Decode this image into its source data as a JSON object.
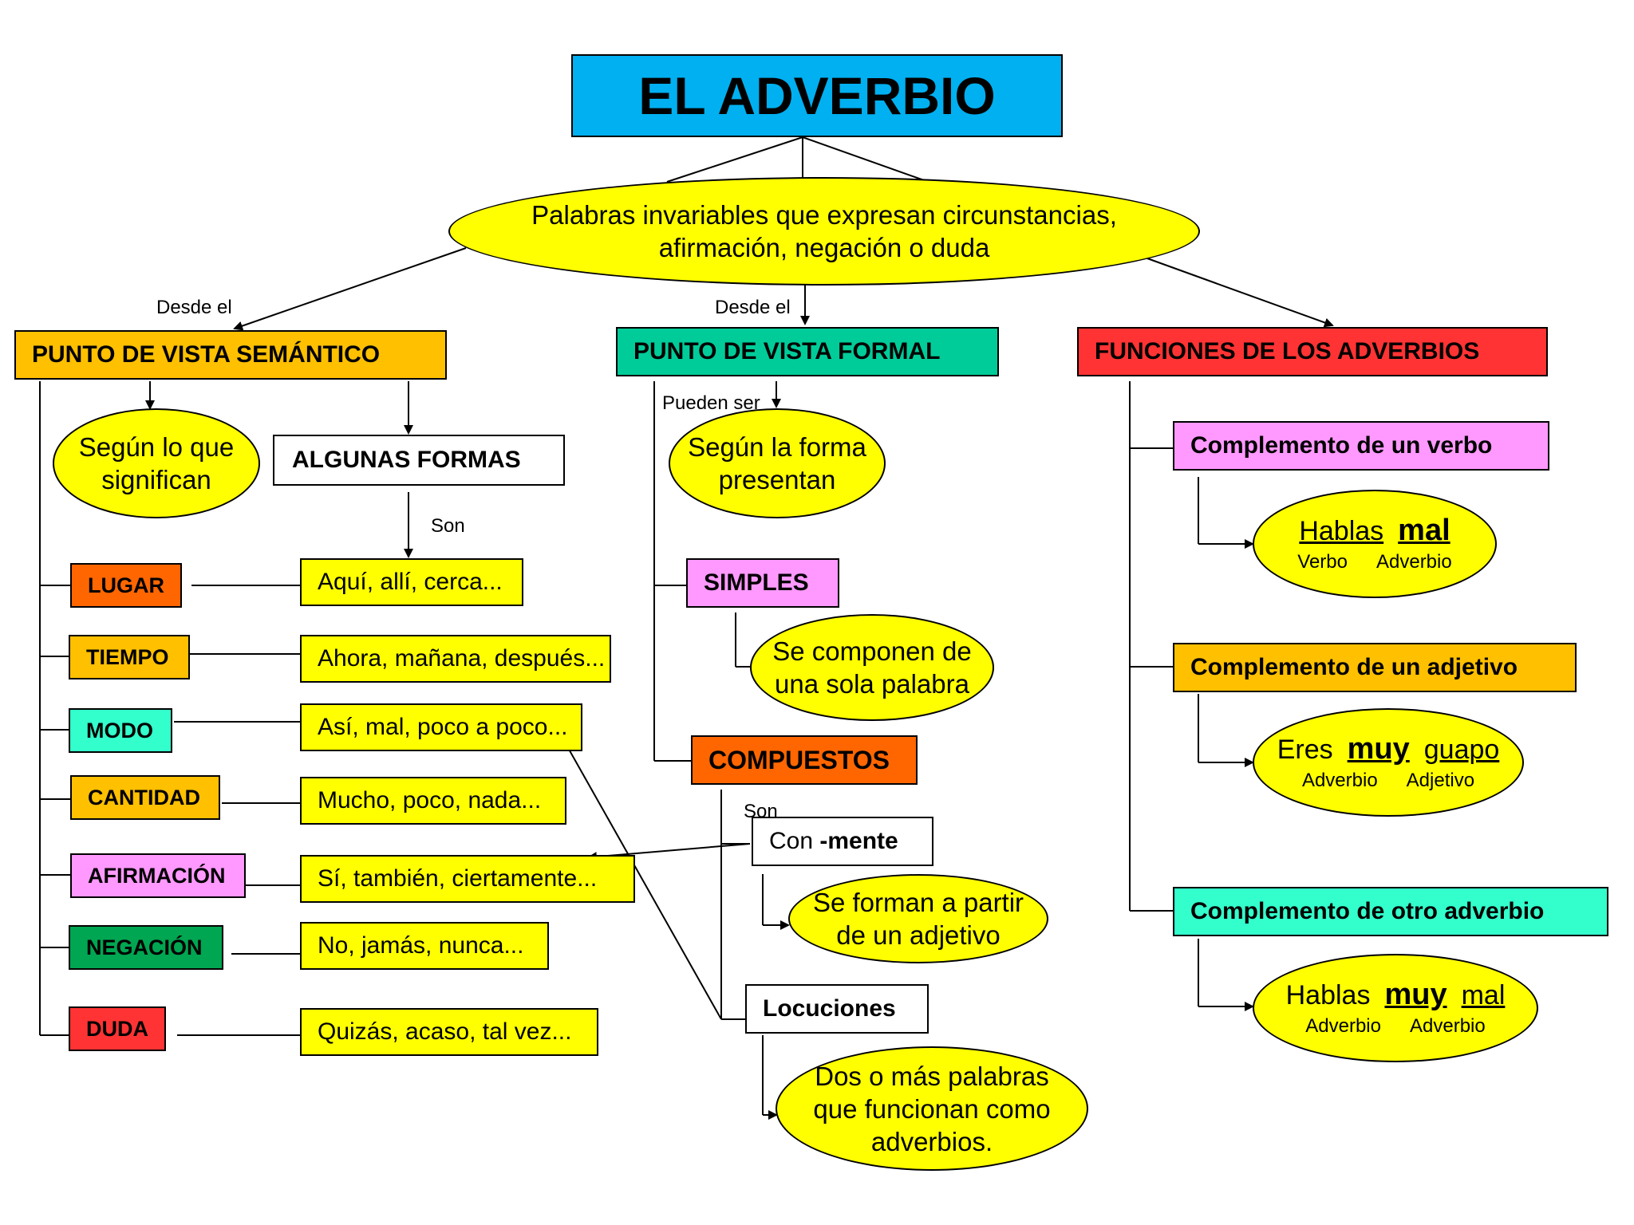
{
  "title": "EL ADVERBIO",
  "definition": [
    "Palabras invariables que expresan circunstancias,",
    "afirmación, negación o duda"
  ],
  "labels": {
    "desde_el_1": "Desde el",
    "desde_el_2": "Desde el",
    "pueden_ser": "Pueden ser",
    "son_1": "Son",
    "son_2": "Son"
  },
  "semantic": {
    "header": "PUNTO DE VISTA SEMÁNTICO",
    "oval": [
      "Según lo que",
      "significan"
    ],
    "algunas_formas": "ALGUNAS FORMAS",
    "types": [
      {
        "label": "LUGAR",
        "color": "#ff6600",
        "examples": "Aquí, allí, cerca..."
      },
      {
        "label": "TIEMPO",
        "color": "#ffc000",
        "examples": "Ahora, mañana, después..."
      },
      {
        "label": "MODO",
        "color": "#33ffcc",
        "examples": "Así, mal, poco a poco..."
      },
      {
        "label": "CANTIDAD",
        "color": "#ffc000",
        "examples": "Mucho, poco, nada..."
      },
      {
        "label": "AFIRMACIÓN",
        "color": "#ff99ff",
        "examples": "Sí, también, ciertamente..."
      },
      {
        "label": "NEGACIÓN",
        "color": "#00a651",
        "examples": "No, jamás, nunca..."
      },
      {
        "label": "DUDA",
        "color": "#ff3333",
        "examples": "Quizás, acaso, tal vez..."
      }
    ]
  },
  "formal": {
    "header": "PUNTO DE VISTA FORMAL",
    "oval": [
      "Según la forma",
      "presentan"
    ],
    "simples": "SIMPLES",
    "simples_desc": [
      "Se componen de",
      "una sola palabra"
    ],
    "compuestos": "COMPUESTOS",
    "con_mente": {
      "prefix": "Con ",
      "bold": "-mente"
    },
    "mente_desc": [
      "Se forman a partir",
      "de un adjetivo"
    ],
    "locuciones": "Locuciones",
    "locuciones_desc": [
      "Dos o más palabras",
      "que funcionan como",
      "adverbios."
    ]
  },
  "functions": {
    "header": "FUNCIONES DE LOS ADVERBIOS",
    "items": [
      {
        "label": "Complemento de un verbo",
        "color": "#ff99ff",
        "words": [
          "Hablas",
          "mal"
        ],
        "roles": [
          "Verbo",
          "Adverbio"
        ]
      },
      {
        "label": "Complemento de un adjetivo",
        "color": "#ffc000",
        "words": [
          "Eres",
          "muy",
          "guapo"
        ],
        "roles": [
          "Adverbio",
          "Adjetivo"
        ]
      },
      {
        "label": "Complemento de otro adverbio",
        "color": "#33ffcc",
        "words": [
          "Hablas",
          "muy",
          "mal"
        ],
        "roles": [
          "Adverbio",
          "Adverbio"
        ]
      }
    ]
  },
  "colors": {
    "title_bg": "#00b0f0",
    "oval_bg": "#ffff00",
    "semantic_header": "#ffc000",
    "formal_header": "#00cc99",
    "functions_header": "#ff3333",
    "simples_bg": "#ff99ff",
    "compuestos_bg": "#ff6600"
  }
}
